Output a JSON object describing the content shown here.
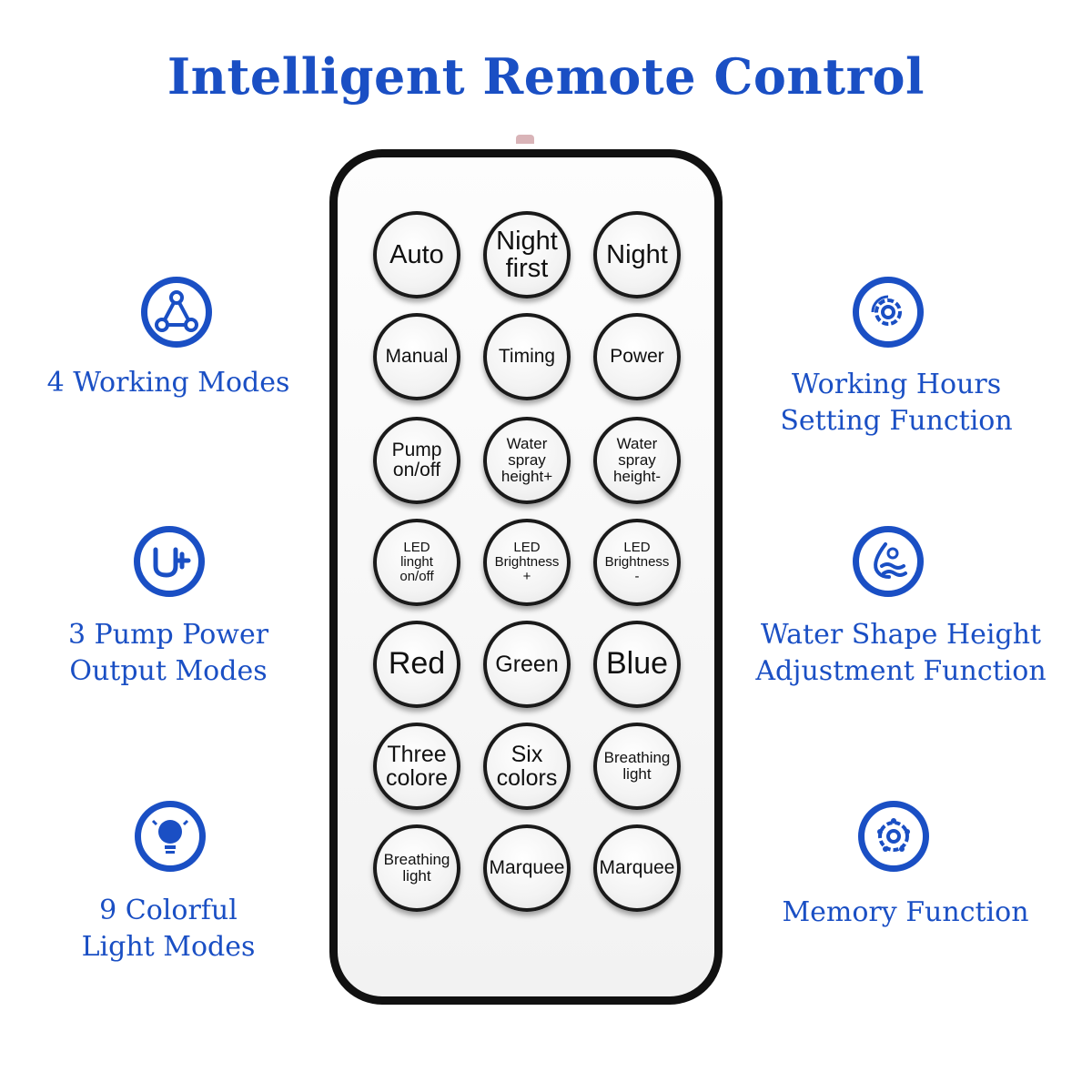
{
  "title": "Intelligent Remote Control",
  "remote": {
    "buttons": [
      {
        "label": "Auto"
      },
      {
        "label": "Night\nfirst"
      },
      {
        "label": "Night"
      },
      {
        "label": "Manual"
      },
      {
        "label": "Timing"
      },
      {
        "label": "Power"
      },
      {
        "label": "Pump\non/off"
      },
      {
        "label": "Water\nspray\nheight+"
      },
      {
        "label": "Water\nspray\nheight-"
      },
      {
        "label": "LED\nlinght\non/off"
      },
      {
        "label": "LED\nBrightness\n+"
      },
      {
        "label": "LED\nBrightness\n-"
      },
      {
        "label": "Red"
      },
      {
        "label": "Green"
      },
      {
        "label": "Blue"
      },
      {
        "label": "Three\ncolore"
      },
      {
        "label": "Six\ncolors"
      },
      {
        "label": "Breathing\nlight"
      },
      {
        "label": "Breathing\nlight"
      },
      {
        "label": "Marquee"
      },
      {
        "label": "Marquee"
      }
    ]
  },
  "features": {
    "left": [
      {
        "icon": "network-triangle-icon",
        "label": "4 Working Modes"
      },
      {
        "icon": "pump-plus-icon",
        "label": "3 Pump Power\nOutput Modes"
      },
      {
        "icon": "light-bulb-icon",
        "label": "9 Colorful\nLight Modes"
      }
    ],
    "right": [
      {
        "icon": "gear-settings-icon",
        "label": "Working Hours\nSetting Function"
      },
      {
        "icon": "water-drop-icon",
        "label": "Water Shape Height\nAdjustment Function"
      },
      {
        "icon": "memory-gear-icon",
        "label": "Memory Function"
      }
    ]
  },
  "colors": {
    "accent": "#1a4fc4",
    "remote_frame": "#111111"
  }
}
